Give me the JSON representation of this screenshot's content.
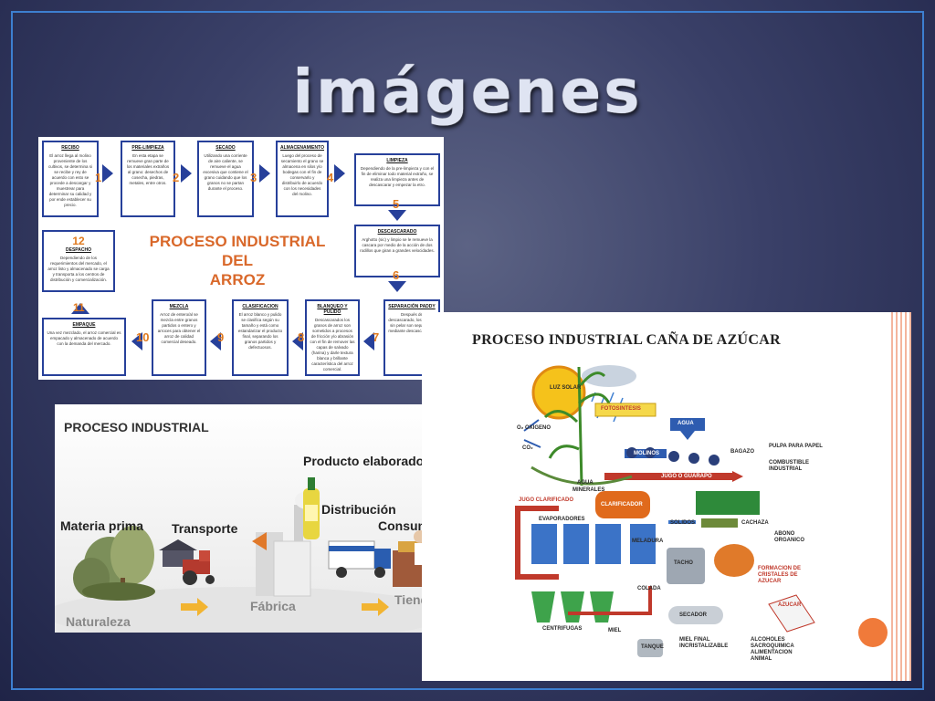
{
  "slide": {
    "title": "imágenes"
  },
  "arroz": {
    "title_lines": [
      "PROCESO INDUSTRIAL",
      "DEL",
      "ARROZ"
    ],
    "steps": [
      {
        "n": "1",
        "heading": "RECIBO",
        "text": "El arroz llega al molino proveniente de los cultivos, se determina si se recibe y rey de acuerdo con esto se procede a descargar y muestrear para determinar su calidad y por ende establecer su precio."
      },
      {
        "n": "2",
        "heading": "PRE-LIMPIEZA",
        "text": "En esta etapa se remueve gran parte de los materiales extraños al grano: desechos de cosecha, piedras, metales, entre otros."
      },
      {
        "n": "3",
        "heading": "SECADO",
        "text": "Utilizando una corriente de aire caliente, se remueve el agua excesiva que contiene el grano cuidando que los granos no se partan durante el proceso."
      },
      {
        "n": "4",
        "heading": "ALMACENAMIENTO",
        "text": "Luego del proceso de secamiento el grano se almacena en silos y/o bodegas con el fin de conservarlo y distribuirlo de acuerdo con los necesidades del molino."
      },
      {
        "n": "5",
        "heading": "LIMPIEZA",
        "text": "Dependiendo de la pre-limpieza y con el fin de eliminar todo material extraño, se realiza una limpieza antes de descascarar y empezar la etro."
      },
      {
        "n": "6",
        "heading": "DESCASCARADO",
        "text": "Arghotto (sic) y limpio se le remueve la cascara por medio de la acción de dos rodillos que giran a grandes velocidades."
      },
      {
        "n": "7",
        "heading": "SEPARACIÓN PADDY",
        "text": "Después de descascarado, los granos sin pelar son separados mediante descascarados."
      },
      {
        "n": "8",
        "heading": "BLANQUEO Y PULIDO",
        "text": "Descascarados los granos de arroz son sometidos a procesos de fricción y/o abrasión con el fin de remover las capas de salvado (harina) y darle textura blanca y brillante característica del arroz comercial."
      },
      {
        "n": "9",
        "heading": "CLASIFICACION",
        "text": "El arroz blanco y pulido se clasifica según su tamaño y está como estandarizar el producto final, separando los granos partidos y defectuosos."
      },
      {
        "n": "10",
        "heading": "MEZCLA",
        "text": "Arroz de entero/al se mezcla entre granos partidos o entero y arroces para obtener el arroz de calidad comercial deseado."
      },
      {
        "n": "11",
        "heading": "EMPAQUE",
        "text": "Una vez mezclado, el arroz comercial es empacado y almacenado de acuerdo con la demanda del mercado."
      },
      {
        "n": "12",
        "heading": "DESPACHO",
        "text": "Dependiendo de los requerimientos del mercado, el arroz listo y almacenado se carga y transporta a los centros de distribución y comercialización."
      }
    ]
  },
  "proceso": {
    "title": "PROCESO INDUSTRIAL",
    "labels": {
      "producto": "Producto elaborado",
      "materia": "Materia prima",
      "transporte": "Transporte",
      "distribucion": "Distribución",
      "consumo": "Consumo",
      "fabrica": "Fábrica",
      "tienda": "Tienda",
      "naturaleza": "Naturaleza"
    }
  },
  "cana": {
    "title": "PROCESO INDUSTRIAL CAÑA DE AZÚCAR",
    "labels": {
      "luz_solar": "LUZ SOLAR",
      "fotosintesis": "FOTOSINTESIS",
      "agua_top": "AGUA",
      "o2": "O₂ OXIGENO",
      "co2": "CO₂",
      "molinos": "MOLINOS",
      "bagazo": "BAGAZO",
      "pulpa": "PULPA PARA PAPEL",
      "combustible": "COMBUSTIBLE INDUSTRIAL",
      "agua_low": "AGUA",
      "minerales": "MINERALES",
      "jugo_guarapo": "JUGO O GUARAPO",
      "jugo_clarificado": "JUGO CLARIFICADO",
      "clarificador": "CLARIFICADOR",
      "evaporadores": "EVAPORADORES",
      "solidos": "SOLIDOS",
      "cachaza": "CACHAZA",
      "abono": "ABONO ORGANICO",
      "meladura": "MELADURA",
      "tacho": "TACHO",
      "formacion": "FORMACION DE CRISTALES DE AZUCAR",
      "colada": "COLADA",
      "secador": "SECADOR",
      "azucar": "AZUCAR",
      "centrifugas": "CENTRIFUGAS",
      "miel": "MIEL",
      "tanque": "TANQUE",
      "miel_final": "MIEL FINAL INCRISTALIZABLE",
      "alcoholes": "ALCOHOLES SACROQUIMICA ALIMENTACION ANIMAL"
    }
  }
}
